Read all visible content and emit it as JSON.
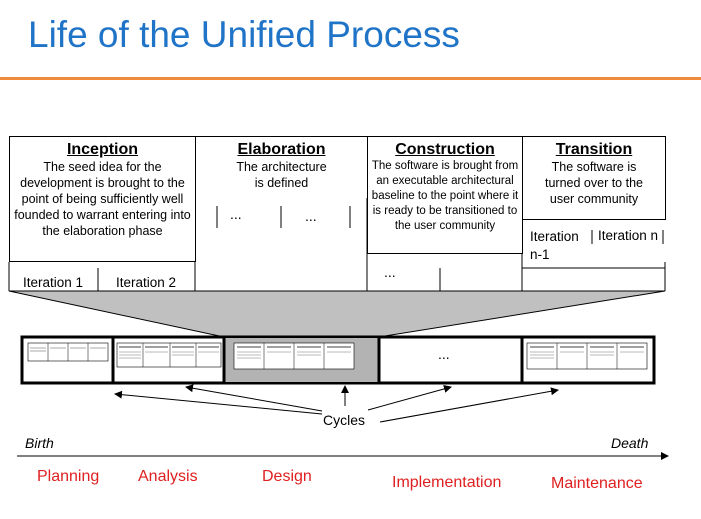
{
  "title": "Life of the Unified Process",
  "phases": [
    {
      "name": "Inception",
      "description": "The seed idea for the development is brought to the point of being sufficiently well founded to warrant entering into the elaboration phase"
    },
    {
      "name": "Elaboration",
      "description": "The architecture is defined"
    },
    {
      "name": "Construction",
      "description": "The software is brought from an executable architectural baseline to the point  where it is ready to be transitioned to the user community"
    },
    {
      "name": "Transition",
      "description": "The software is turned over to the user community"
    }
  ],
  "iterations": {
    "inception": [
      "Iteration 1",
      "Iteration 2"
    ],
    "elaboration_dots": [
      "...",
      "..."
    ],
    "construction_dots": "...",
    "transition": [
      "Iteration n-1",
      "Iteration n"
    ]
  },
  "cycles": {
    "label": "Cycles",
    "middle_dots": "..."
  },
  "timeline": {
    "start": "Birth",
    "end": "Death"
  },
  "stages": [
    "Planning",
    "Analysis",
    "Design",
    "Implementation",
    "Maintenance"
  ],
  "colors": {
    "title": "#1f74c8",
    "title_rule": "#f08a3c",
    "stage": "#e02020",
    "highlight_cycle": "#b3b3b3"
  }
}
